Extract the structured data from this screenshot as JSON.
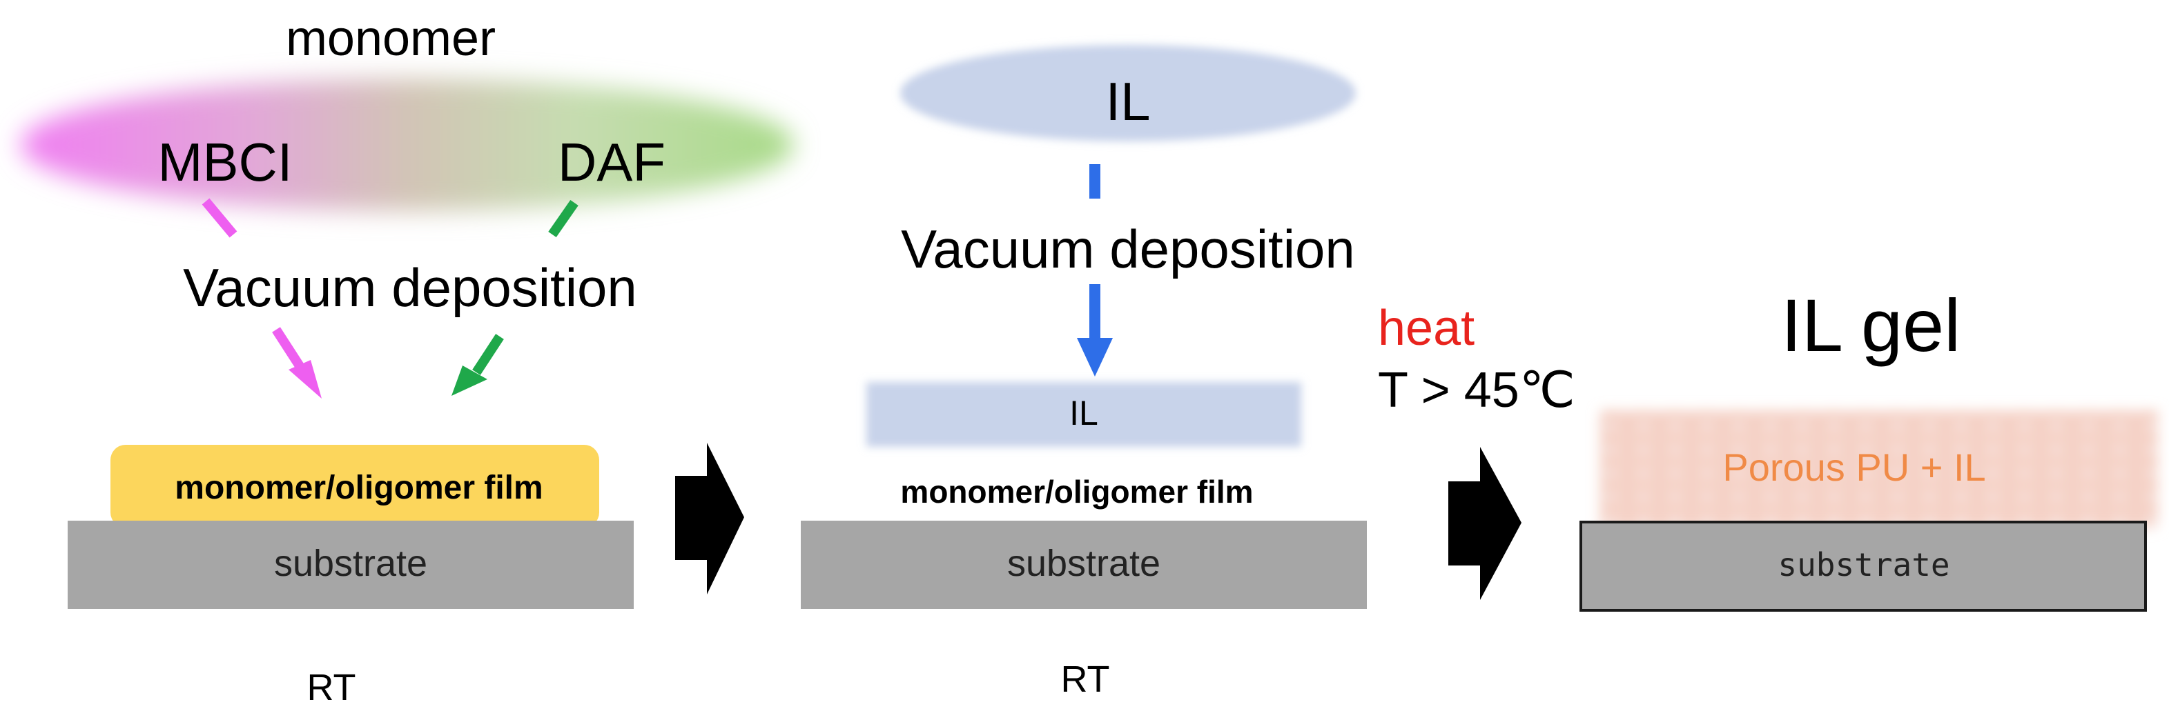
{
  "panel1": {
    "monomer_title": "monomer",
    "mbci": "MBCI",
    "daf": "DAF",
    "vacuum": "Vacuum deposition",
    "film": "monomer/oligomer film",
    "substrate": "substrate",
    "temp": "RT"
  },
  "panel2": {
    "il_source": "IL",
    "vacuum": "Vacuum deposition",
    "il_layer": "IL",
    "film": "monomer/oligomer film",
    "substrate": "substrate",
    "temp": "RT"
  },
  "step": {
    "heat": "heat",
    "condition": "T > 45℃"
  },
  "panel3": {
    "title": "IL gel",
    "layer": "Porous PU + IL",
    "substrate": "substrate"
  },
  "colors": {
    "mbci_pink": "#ee5ff0",
    "daf_green": "#1fa84a",
    "il_blue": "#c8d3ea",
    "deposition_arrow_blue": "#2e6ee8",
    "film_yellow": "#fcd65c",
    "substrate_gray": "#a6a6a6",
    "heat_red": "#e8231d",
    "porous_text_orange": "#f08a46",
    "mesh_orange": "#f2a07a"
  },
  "icons": [
    "pink-arrow-icon",
    "green-arrow-icon",
    "blue-arrow-icon",
    "black-arrow-icon",
    "mesh-pattern"
  ]
}
